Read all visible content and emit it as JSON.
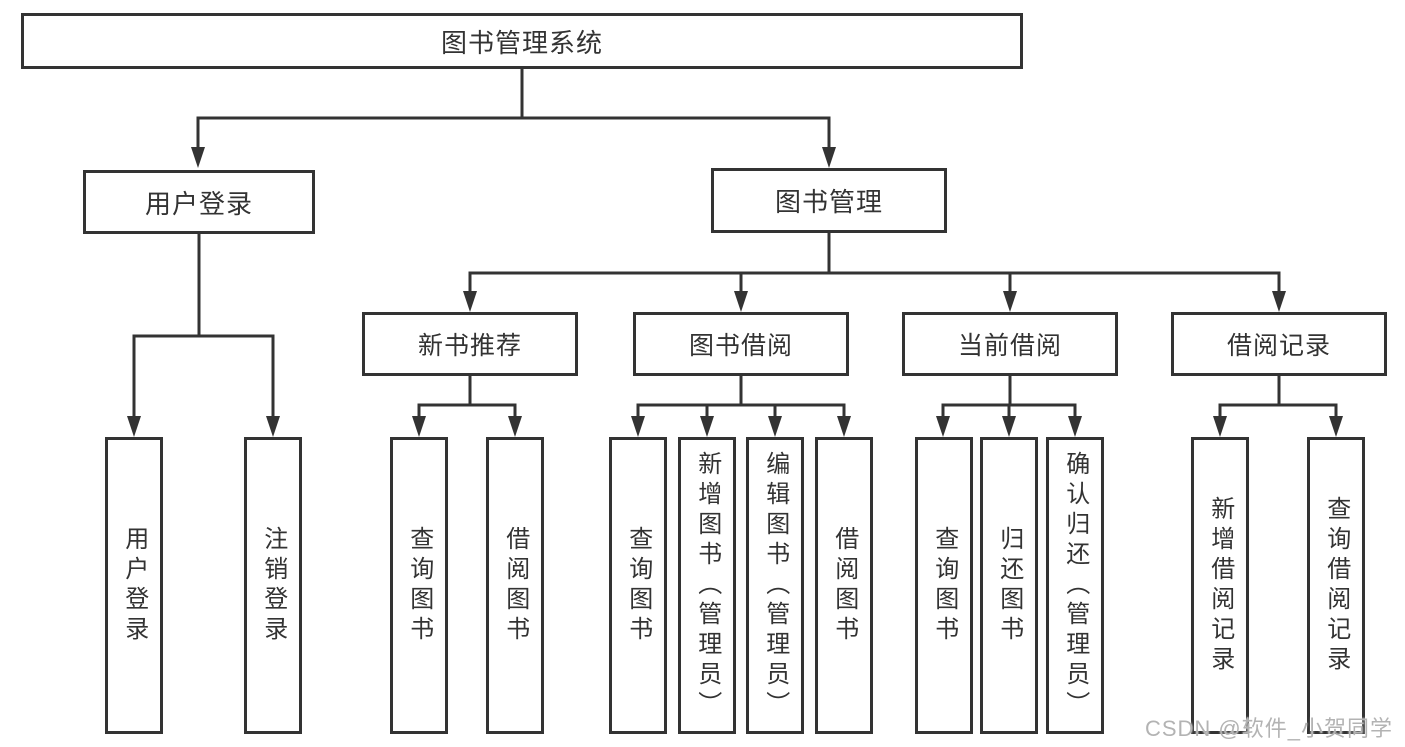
{
  "watermark": "CSDN @软件_小贺同学",
  "colors": {
    "line": "#333333",
    "text": "#333333",
    "background": "#ffffff",
    "watermark": "#b3b3b3"
  },
  "nodes": {
    "root": {
      "label": "图书管理系统"
    },
    "l2": [
      {
        "id": "user-login",
        "label": "用户登录"
      },
      {
        "id": "book-management",
        "label": "图书管理"
      }
    ],
    "l3": [
      {
        "id": "new-book-recommend",
        "label": "新书推荐"
      },
      {
        "id": "book-borrowing",
        "label": "图书借阅"
      },
      {
        "id": "current-borrowing",
        "label": "当前借阅"
      },
      {
        "id": "borrowing-records",
        "label": "借阅记录"
      }
    ],
    "leaves": [
      {
        "id": "user-login",
        "label": "用户登录"
      },
      {
        "id": "logout",
        "label": "注销登录"
      },
      {
        "id": "query-book-recommend",
        "label": "查询图书"
      },
      {
        "id": "borrow-book-recommend",
        "label": "借阅图书"
      },
      {
        "id": "query-book-borrowing",
        "label": "查询图书"
      },
      {
        "id": "add-book-admin",
        "label": "新增图书（管理员）"
      },
      {
        "id": "edit-book-admin",
        "label": "编辑图书（管理员）"
      },
      {
        "id": "borrow-book-borrowing",
        "label": "借阅图书"
      },
      {
        "id": "query-book-current",
        "label": "查询图书"
      },
      {
        "id": "return-book",
        "label": "归还图书"
      },
      {
        "id": "confirm-return-admin",
        "label": "确认归还（管理员）"
      },
      {
        "id": "add-borrow-record",
        "label": "新增借阅记录"
      },
      {
        "id": "query-borrow-record",
        "label": "查询借阅记录"
      }
    ]
  },
  "hierarchy": {
    "图书管理系统": {
      "用户登录": [
        "用户登录",
        "注销登录"
      ],
      "图书管理": {
        "新书推荐": [
          "查询图书",
          "借阅图书"
        ],
        "图书借阅": [
          "查询图书",
          "新增图书（管理员）",
          "编辑图书（管理员）",
          "借阅图书"
        ],
        "当前借阅": [
          "查询图书",
          "归还图书",
          "确认归还（管理员）"
        ],
        "借阅记录": [
          "新增借阅记录",
          "查询借阅记录"
        ]
      }
    }
  }
}
